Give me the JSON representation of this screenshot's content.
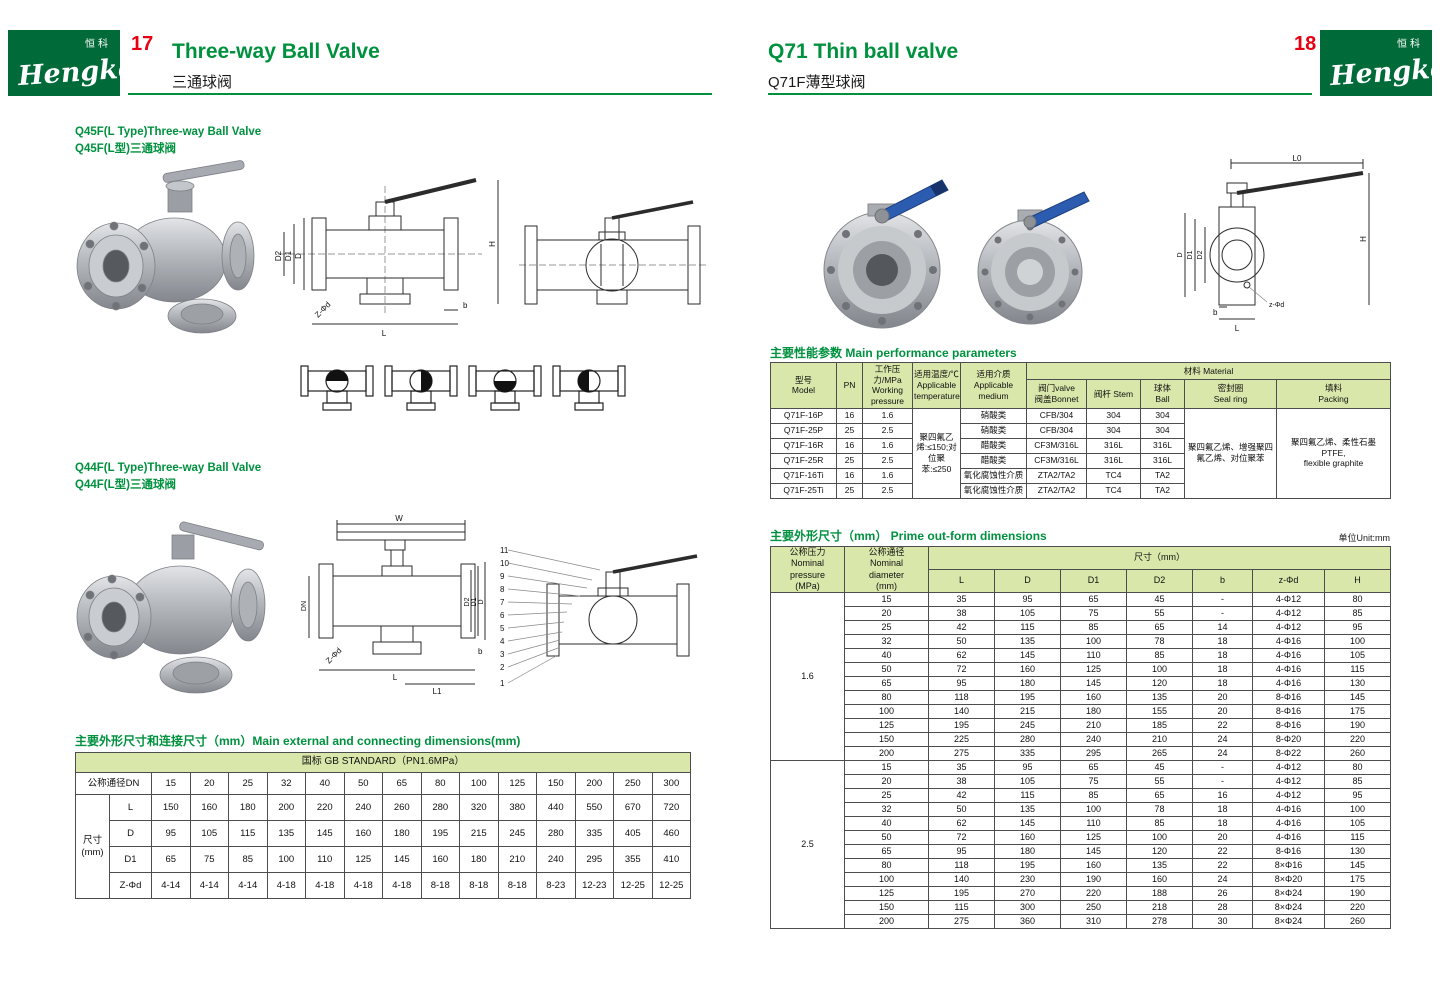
{
  "brand": {
    "cn": "恒科",
    "name": "Hengke"
  },
  "colors": {
    "brand_green": "#00913f",
    "logo_green": "#006b39",
    "table_header_green": "#d9e7aa",
    "page_number_red": "#e60012",
    "handle_blue": "#2c5cb0"
  },
  "left": {
    "page_number": "17",
    "title_en": "Three-way Ball Valve",
    "title_zh": "三通球阀",
    "s1_en": "Q45F(L Type)Three-way Ball Valve",
    "s1_zh": "Q45F(L型)三通球阀",
    "s2_en": "Q44F(L Type)Three-way Ball Valve",
    "s2_zh": "Q44F(L型)三通球阀",
    "table_title": "主要外形尺寸和连接尺寸（mm）Main external and connecting dimensions(mm)",
    "table_cells": [
      [
        {
          "t": "国标 GB STANDARD（PN1.6MPa）",
          "cs": 16,
          "cls": "hdr"
        }
      ],
      [
        {
          "t": "公称通径DN",
          "cs": 2
        },
        "15",
        "20",
        "25",
        "32",
        "40",
        "50",
        "65",
        "80",
        "100",
        "125",
        "150",
        "200",
        "250",
        "300"
      ],
      [
        {
          "t": "尺寸\n(mm)",
          "rs": 4
        },
        "L",
        "150",
        "160",
        "180",
        "200",
        "220",
        "240",
        "260",
        "280",
        "320",
        "380",
        "440",
        "550",
        "670",
        "720"
      ],
      [
        "D",
        "95",
        "105",
        "115",
        "135",
        "145",
        "160",
        "180",
        "195",
        "215",
        "245",
        "280",
        "335",
        "405",
        "460"
      ],
      [
        "D1",
        "65",
        "75",
        "85",
        "100",
        "110",
        "125",
        "145",
        "160",
        "180",
        "210",
        "240",
        "295",
        "355",
        "410"
      ],
      [
        "Z-Φd",
        "4-14",
        "4-14",
        "4-14",
        "4-18",
        "4-18",
        "4-18",
        "4-18",
        "8-18",
        "8-18",
        "8-18",
        "8-23",
        "12-23",
        "12-25",
        "12-25"
      ]
    ],
    "q45f_labels": {
      "h": "H",
      "d": "D",
      "d1": "D1",
      "d2": "D2",
      "l": "L",
      "b": "b",
      "z": "Z-Φd"
    },
    "q44f_labels": {
      "w": "W",
      "dn": "DN",
      "d": "D",
      "d1": "D1",
      "d2": "D2",
      "l": "L",
      "l1": "L1",
      "b": "b",
      "z": "Z-Φd"
    },
    "q44f_parts": [
      "1",
      "2",
      "3",
      "4",
      "5",
      "6",
      "7",
      "8",
      "9",
      "10",
      "11"
    ]
  },
  "right": {
    "page_number": "18",
    "title_en": "Q71 Thin ball valve",
    "title_zh": "Q71F薄型球阀",
    "perf_title": "主要性能参数  Main performance parameters",
    "perf_cells": [
      [
        {
          "t": "型号\nModel",
          "rs": 2,
          "cls": "hdr"
        },
        {
          "t": "PN",
          "rs": 2,
          "cls": "hdr"
        },
        {
          "t": "工作压力/MPa\nWorking\npressure",
          "rs": 2,
          "cls": "hdr"
        },
        {
          "t": "适用温度/℃\nApplicable\ntemperature",
          "rs": 2,
          "cls": "hdr"
        },
        {
          "t": "适用介质\nApplicable\nmedium",
          "rs": 2,
          "cls": "hdr"
        },
        {
          "t": "材料 Material",
          "cs": 5,
          "cls": "hdr"
        }
      ],
      [
        {
          "t": "阀门valve\n阀盖Bonnet",
          "cls": "hdr"
        },
        {
          "t": "阀杆 Stem",
          "cls": "hdr"
        },
        {
          "t": "球体\nBall",
          "cls": "hdr"
        },
        {
          "t": "密封圈\nSeal ring",
          "cls": "hdr"
        },
        {
          "t": "填料\nPacking",
          "cls": "hdr"
        }
      ],
      [
        "Q71F-16P",
        "16",
        "1.6",
        {
          "t": "聚四氟乙烯:≤150;对位聚苯:≤250",
          "rs": 6
        },
        "硝酸类",
        "CFB/304",
        "304",
        "304",
        {
          "t": "聚四氟乙烯、增强聚四氟乙烯、对位聚苯",
          "rs": 6
        },
        {
          "t": "聚四氟乙烯、柔性石墨\nPTFE,\nflexible graphite",
          "rs": 6
        }
      ],
      [
        "Q71F-25P",
        "25",
        "2.5",
        "硝酸类",
        "CFB/304",
        "304",
        "304"
      ],
      [
        "Q71F-16R",
        "16",
        "1.6",
        "醋酸类",
        "CF3M/316L",
        "316L",
        "316L"
      ],
      [
        "Q71F-25R",
        "25",
        "2.5",
        "醋酸类",
        "CF3M/316L",
        "316L",
        "316L"
      ],
      [
        "Q71F-16Ti",
        "16",
        "1.6",
        "氧化腐蚀性介质",
        "ZTA2/TA2",
        "TC4",
        "TA2"
      ],
      [
        "Q71F-25Ti",
        "25",
        "2.5",
        "氧化腐蚀性介质",
        "ZTA2/TA2",
        "TC4",
        "TA2"
      ]
    ],
    "dims_title": "主要外形尺寸（mm） Prime out-form dimensions",
    "unit": "单位Unit:mm",
    "dims_cells": [
      [
        {
          "t": "公称压力\nNominal\npressure\n(MPa)",
          "rs": 2,
          "cls": "hdr"
        },
        {
          "t": "公称通径\nNominal\ndiameter\n(mm)",
          "rs": 2,
          "cls": "hdr"
        },
        {
          "t": "尺寸（mm）",
          "cs": 7,
          "cls": "hdr"
        }
      ],
      [
        {
          "t": "L",
          "cls": "hdr"
        },
        {
          "t": "D",
          "cls": "hdr"
        },
        {
          "t": "D1",
          "cls": "hdr"
        },
        {
          "t": "D2",
          "cls": "hdr"
        },
        {
          "t": "b",
          "cls": "hdr"
        },
        {
          "t": "z-Φd",
          "cls": "hdr"
        },
        {
          "t": "H",
          "cls": "hdr"
        }
      ],
      [
        {
          "t": "1.6",
          "rs": 12
        },
        "15",
        "35",
        "95",
        "65",
        "45",
        "-",
        "4-Φ12",
        "80"
      ],
      [
        "20",
        "38",
        "105",
        "75",
        "55",
        "-",
        "4-Φ12",
        "85"
      ],
      [
        "25",
        "42",
        "115",
        "85",
        "65",
        "14",
        "4-Φ12",
        "95"
      ],
      [
        "32",
        "50",
        "135",
        "100",
        "78",
        "18",
        "4-Φ16",
        "100"
      ],
      [
        "40",
        "62",
        "145",
        "110",
        "85",
        "18",
        "4-Φ16",
        "105"
      ],
      [
        "50",
        "72",
        "160",
        "125",
        "100",
        "18",
        "4-Φ16",
        "115"
      ],
      [
        "65",
        "95",
        "180",
        "145",
        "120",
        "18",
        "4-Φ16",
        "130"
      ],
      [
        "80",
        "118",
        "195",
        "160",
        "135",
        "20",
        "8-Φ16",
        "145"
      ],
      [
        "100",
        "140",
        "215",
        "180",
        "155",
        "20",
        "8-Φ16",
        "175"
      ],
      [
        "125",
        "195",
        "245",
        "210",
        "185",
        "22",
        "8-Φ16",
        "190"
      ],
      [
        "150",
        "225",
        "280",
        "240",
        "210",
        "24",
        "8-Φ20",
        "220"
      ],
      [
        "200",
        "275",
        "335",
        "295",
        "265",
        "24",
        "8-Φ22",
        "260"
      ],
      [
        {
          "t": "2.5",
          "rs": 12
        },
        "15",
        "35",
        "95",
        "65",
        "45",
        "-",
        "4-Φ12",
        "80"
      ],
      [
        "20",
        "38",
        "105",
        "75",
        "55",
        "-",
        "4-Φ12",
        "85"
      ],
      [
        "25",
        "42",
        "115",
        "85",
        "65",
        "16",
        "4-Φ12",
        "95"
      ],
      [
        "32",
        "50",
        "135",
        "100",
        "78",
        "18",
        "4-Φ16",
        "100"
      ],
      [
        "40",
        "62",
        "145",
        "110",
        "85",
        "18",
        "4-Φ16",
        "105"
      ],
      [
        "50",
        "72",
        "160",
        "125",
        "100",
        "20",
        "4-Φ16",
        "115"
      ],
      [
        "65",
        "95",
        "180",
        "145",
        "120",
        "22",
        "8-Φ16",
        "130"
      ],
      [
        "80",
        "118",
        "195",
        "160",
        "135",
        "22",
        "8×Φ16",
        "145"
      ],
      [
        "100",
        "140",
        "230",
        "190",
        "160",
        "24",
        "8×Φ20",
        "175"
      ],
      [
        "125",
        "195",
        "270",
        "220",
        "188",
        "26",
        "8×Φ24",
        "190"
      ],
      [
        "150",
        "115",
        "300",
        "250",
        "218",
        "28",
        "8×Φ24",
        "220"
      ],
      [
        "200",
        "275",
        "360",
        "310",
        "278",
        "30",
        "8×Φ24",
        "260"
      ]
    ],
    "q71_labels": {
      "l0": "L0",
      "h": "H",
      "d": "D",
      "d1": "D1",
      "d2": "D2",
      "b": "b",
      "l": "L",
      "z": "z-Φd"
    }
  }
}
